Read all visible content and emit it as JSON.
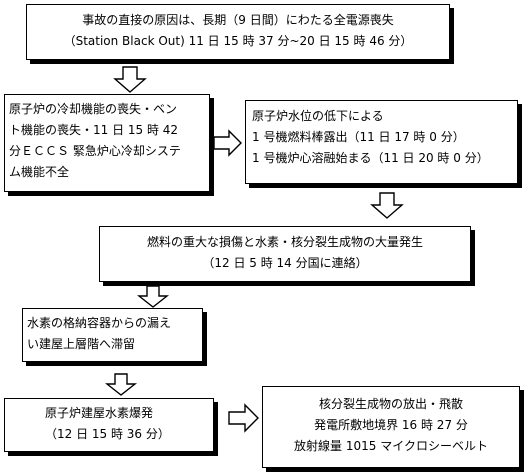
{
  "colors": {
    "border": "#000000",
    "background": "#ffffff",
    "arrow_fill": "#ffffff"
  },
  "nodes": {
    "n1": {
      "lines": [
        "事故の直接の原因は、長期（9 日間）にわたる全電源喪失",
        "（Station Black Out) 11 日 15 時 37 分~20 日 15 時 46 分）"
      ]
    },
    "n2": {
      "lines": [
        "原子炉の冷却機能の喪失・ベン",
        "ト機能の喪失・11 日 15 時 42",
        "分ＥＣＣＳ 緊急炉心冷却システ",
        "ム機能不全"
      ]
    },
    "n3": {
      "lines": [
        "原子炉水位の低下による",
        "1 号機燃料棒露出（11 日 17 時 0 分）",
        "1 号機炉心溶融始まる（11 日 20 時 0 分）"
      ]
    },
    "n4": {
      "lines": [
        "燃料の重大な損傷と水素・核分裂生成物の大量発生",
        "（12 日 5 時 14 分国に連絡）"
      ]
    },
    "n5": {
      "lines": [
        "水素の格納容器からの漏え",
        "い建屋上層階へ滞留"
      ]
    },
    "n6": {
      "lines": [
        "原子炉建屋水素爆発",
        "（12 日 15 時 36 分）"
      ]
    },
    "n7": {
      "lines": [
        "核分裂生成物の放出・飛散",
        "発電所敷地境界 16 時 27 分",
        "放射線量 1015 マイクロシーベルト"
      ]
    }
  },
  "arrows": [
    {
      "from": "n1",
      "to": "n2",
      "direction": "down"
    },
    {
      "from": "n2",
      "to": "n3",
      "direction": "right"
    },
    {
      "from": "n3",
      "to": "n4",
      "direction": "down"
    },
    {
      "from": "n4",
      "to": "n5",
      "direction": "down"
    },
    {
      "from": "n5",
      "to": "n6",
      "direction": "down"
    },
    {
      "from": "n6",
      "to": "n7",
      "direction": "right"
    }
  ]
}
